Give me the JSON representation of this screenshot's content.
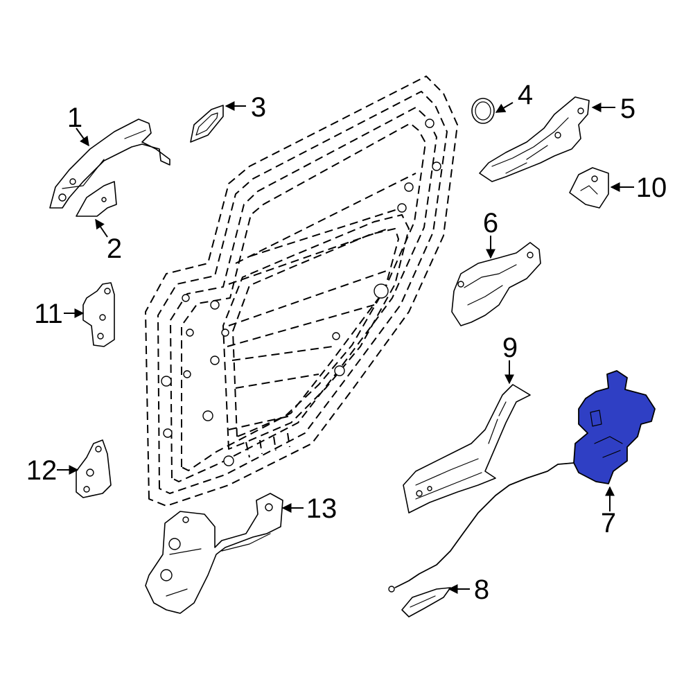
{
  "diagram": {
    "highlight_color": "#2f3fc4",
    "callouts": [
      {
        "id": "1",
        "label": "1"
      },
      {
        "id": "2",
        "label": "2"
      },
      {
        "id": "3",
        "label": "3"
      },
      {
        "id": "4",
        "label": "4"
      },
      {
        "id": "5",
        "label": "5"
      },
      {
        "id": "6",
        "label": "6"
      },
      {
        "id": "7",
        "label": "7"
      },
      {
        "id": "8",
        "label": "8"
      },
      {
        "id": "9",
        "label": "9"
      },
      {
        "id": "10",
        "label": "10"
      },
      {
        "id": "11",
        "label": "11"
      },
      {
        "id": "12",
        "label": "12"
      },
      {
        "id": "13",
        "label": "13"
      }
    ]
  }
}
